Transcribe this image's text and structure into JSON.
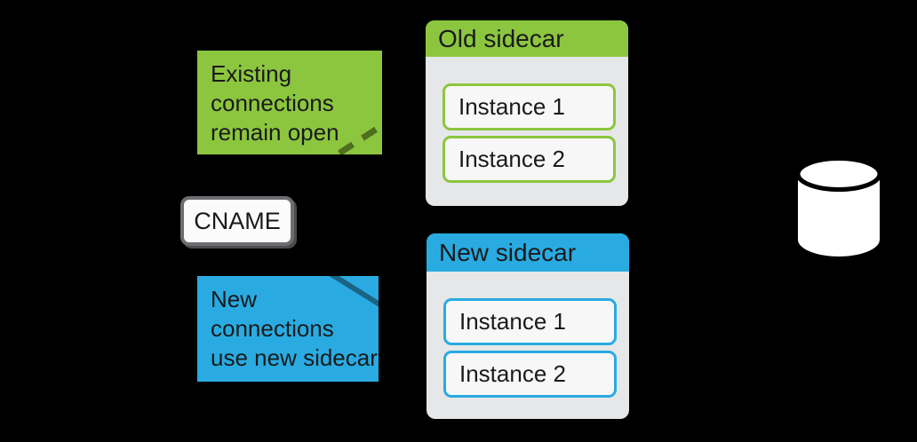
{
  "diagram": {
    "callout_existing": {
      "line1": "Existing",
      "line2": "connections",
      "line3": "remain open"
    },
    "callout_new": {
      "line1": "New",
      "line2": "connections",
      "line3": "use new sidecar"
    },
    "cname_label": "CNAME",
    "panels": [
      {
        "title": "Old sidecar",
        "instances": [
          "Instance 1",
          "Instance 2"
        ]
      },
      {
        "title": "New sidecar",
        "instances": [
          "Instance 1",
          "Instance 2"
        ]
      }
    ],
    "icons": {
      "database": "database-cylinder-icon"
    }
  },
  "colors": {
    "background": "#000000",
    "text": "#1a1a1a",
    "green": "#8cc63f",
    "green_dark": "#4e6f1f",
    "blue": "#29abe2",
    "blue_dark": "#1a6484",
    "panel_body": "#e6e7e8",
    "instance_fill": "#f7f7f7",
    "cname_fill": "#fbfbfb",
    "cname_border": "#6d6e71",
    "cname_shadow": "#4c4c4e"
  }
}
